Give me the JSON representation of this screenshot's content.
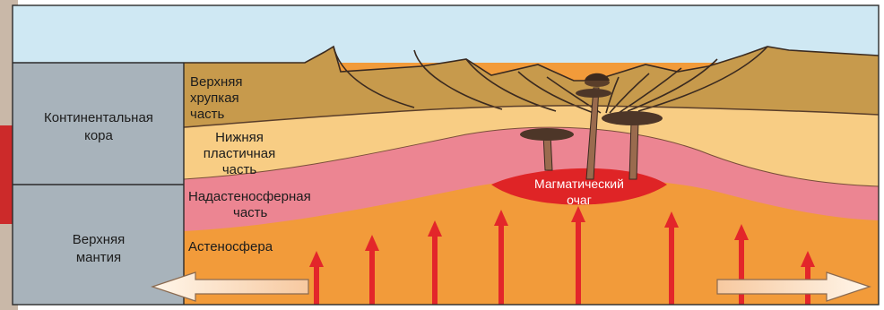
{
  "labels": {
    "continental_crust": [
      "Континентальная",
      "кора"
    ],
    "upper_mantle": [
      "Верхняя",
      "мантия"
    ],
    "upper_brittle": [
      "Верхняя",
      "хрупкая",
      "часть"
    ],
    "lower_plastic": [
      "Нижняя",
      "пластичная",
      "часть"
    ],
    "supra_asthenosphere": [
      "Надастеносферная",
      "часть"
    ],
    "asthenosphere": "Астеносфера",
    "magma_chamber": [
      "Магматический",
      "очаг"
    ]
  },
  "colors": {
    "sky": "#cfe8f3",
    "upper_crust": "#c79a4c",
    "lower_crust": "#f8cd84",
    "supra_asthenosphere": "#ec8592",
    "asthenosphere": "#f29b3a",
    "magma": "#df2426",
    "side_panel": "#a8b3bb",
    "arrow": "#e3262a",
    "volcanic_channel": "#9a6b4e",
    "outline": "#3a2a20"
  },
  "icons": {
    "up_arrows": "red-upward-arrow",
    "spreading_arrows": "horizontal-spreading-arrow"
  }
}
